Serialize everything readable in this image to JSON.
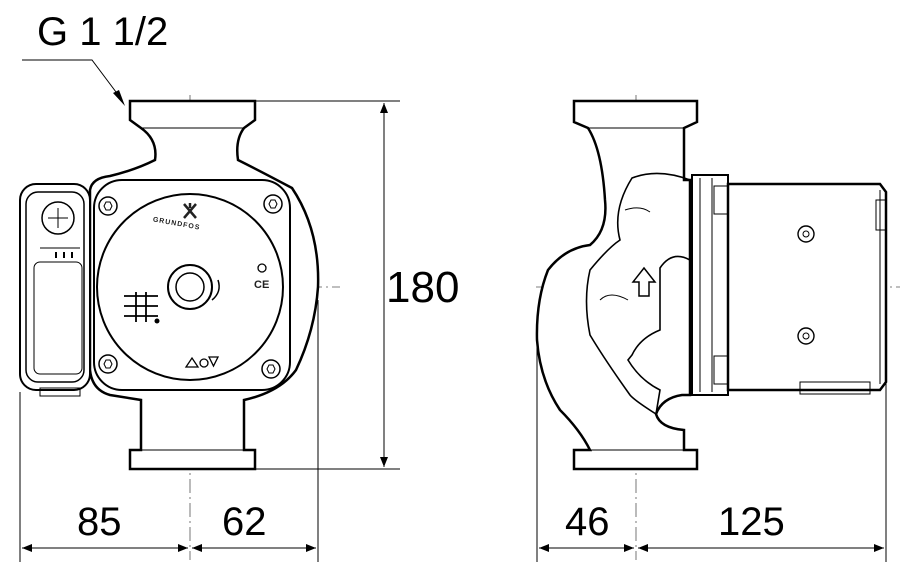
{
  "thread_label": "G 1 1/2",
  "dimensions": {
    "height": "180",
    "left_width": "85",
    "right_width": "62",
    "side_flange": "46",
    "side_motor": "125"
  },
  "front_view": {
    "brand": "GRUNDFOS",
    "mark": "CE"
  }
}
